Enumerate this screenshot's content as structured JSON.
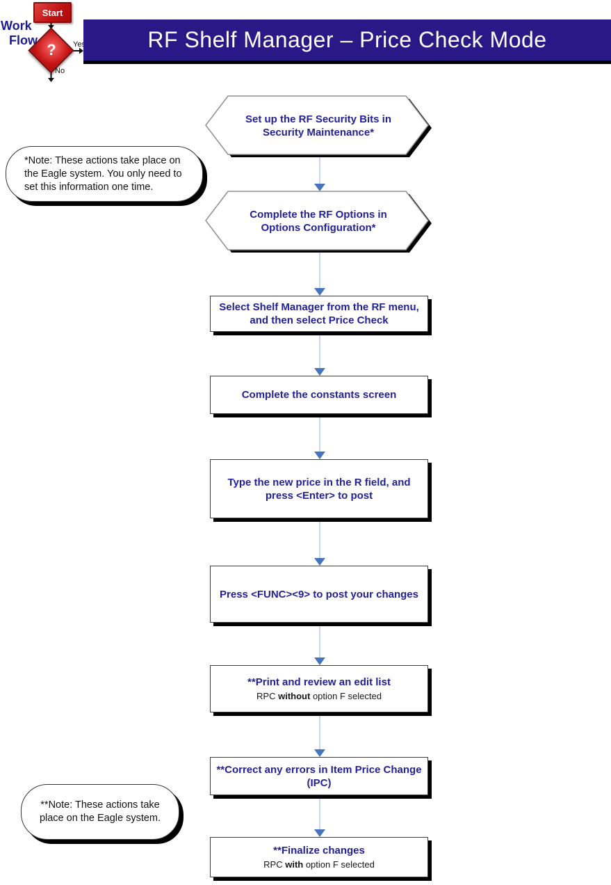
{
  "logo": {
    "word1": "Work",
    "word2": "Flow",
    "start_label": "Start",
    "decision_label": "?",
    "yes_label": "Yes",
    "no_label": "No"
  },
  "title": "RF Shelf Manager – Price Check Mode",
  "flow": {
    "hex1": "Set up the RF Security Bits in Security Maintenance*",
    "hex2": "Complete the RF Options in Options Configuration*",
    "box1": "Select Shelf Manager from the RF menu, and then select Price Check",
    "box2": "Complete the constants screen",
    "box3": "Type the new price in the R field, and press <Enter> to post",
    "box4": "Press <FUNC><9> to post your changes",
    "box5": {
      "main": "**Print and review an edit list",
      "sub_pre": "RPC ",
      "sub_bold": "without",
      "sub_post": " option F selected"
    },
    "box6": "**Correct any errors in Item Price Change (IPC)",
    "box7": {
      "main": "**Finalize changes",
      "sub_pre": "RPC ",
      "sub_bold": "with",
      "sub_post": " option F selected"
    }
  },
  "notes": {
    "note1": "*Note: These actions take place on the Eagle system. You only need to set this information one time.",
    "note2": "**Note: These actions take place on the Eagle system."
  },
  "colors": {
    "title_bg": "#2a1886",
    "node_text": "#232195",
    "logo_red": "#c41111",
    "logo_navy": "#1c1c8e",
    "arrow_line": "#c6d9f1",
    "arrow_head": "#4576bd",
    "shadow": "#000000"
  }
}
